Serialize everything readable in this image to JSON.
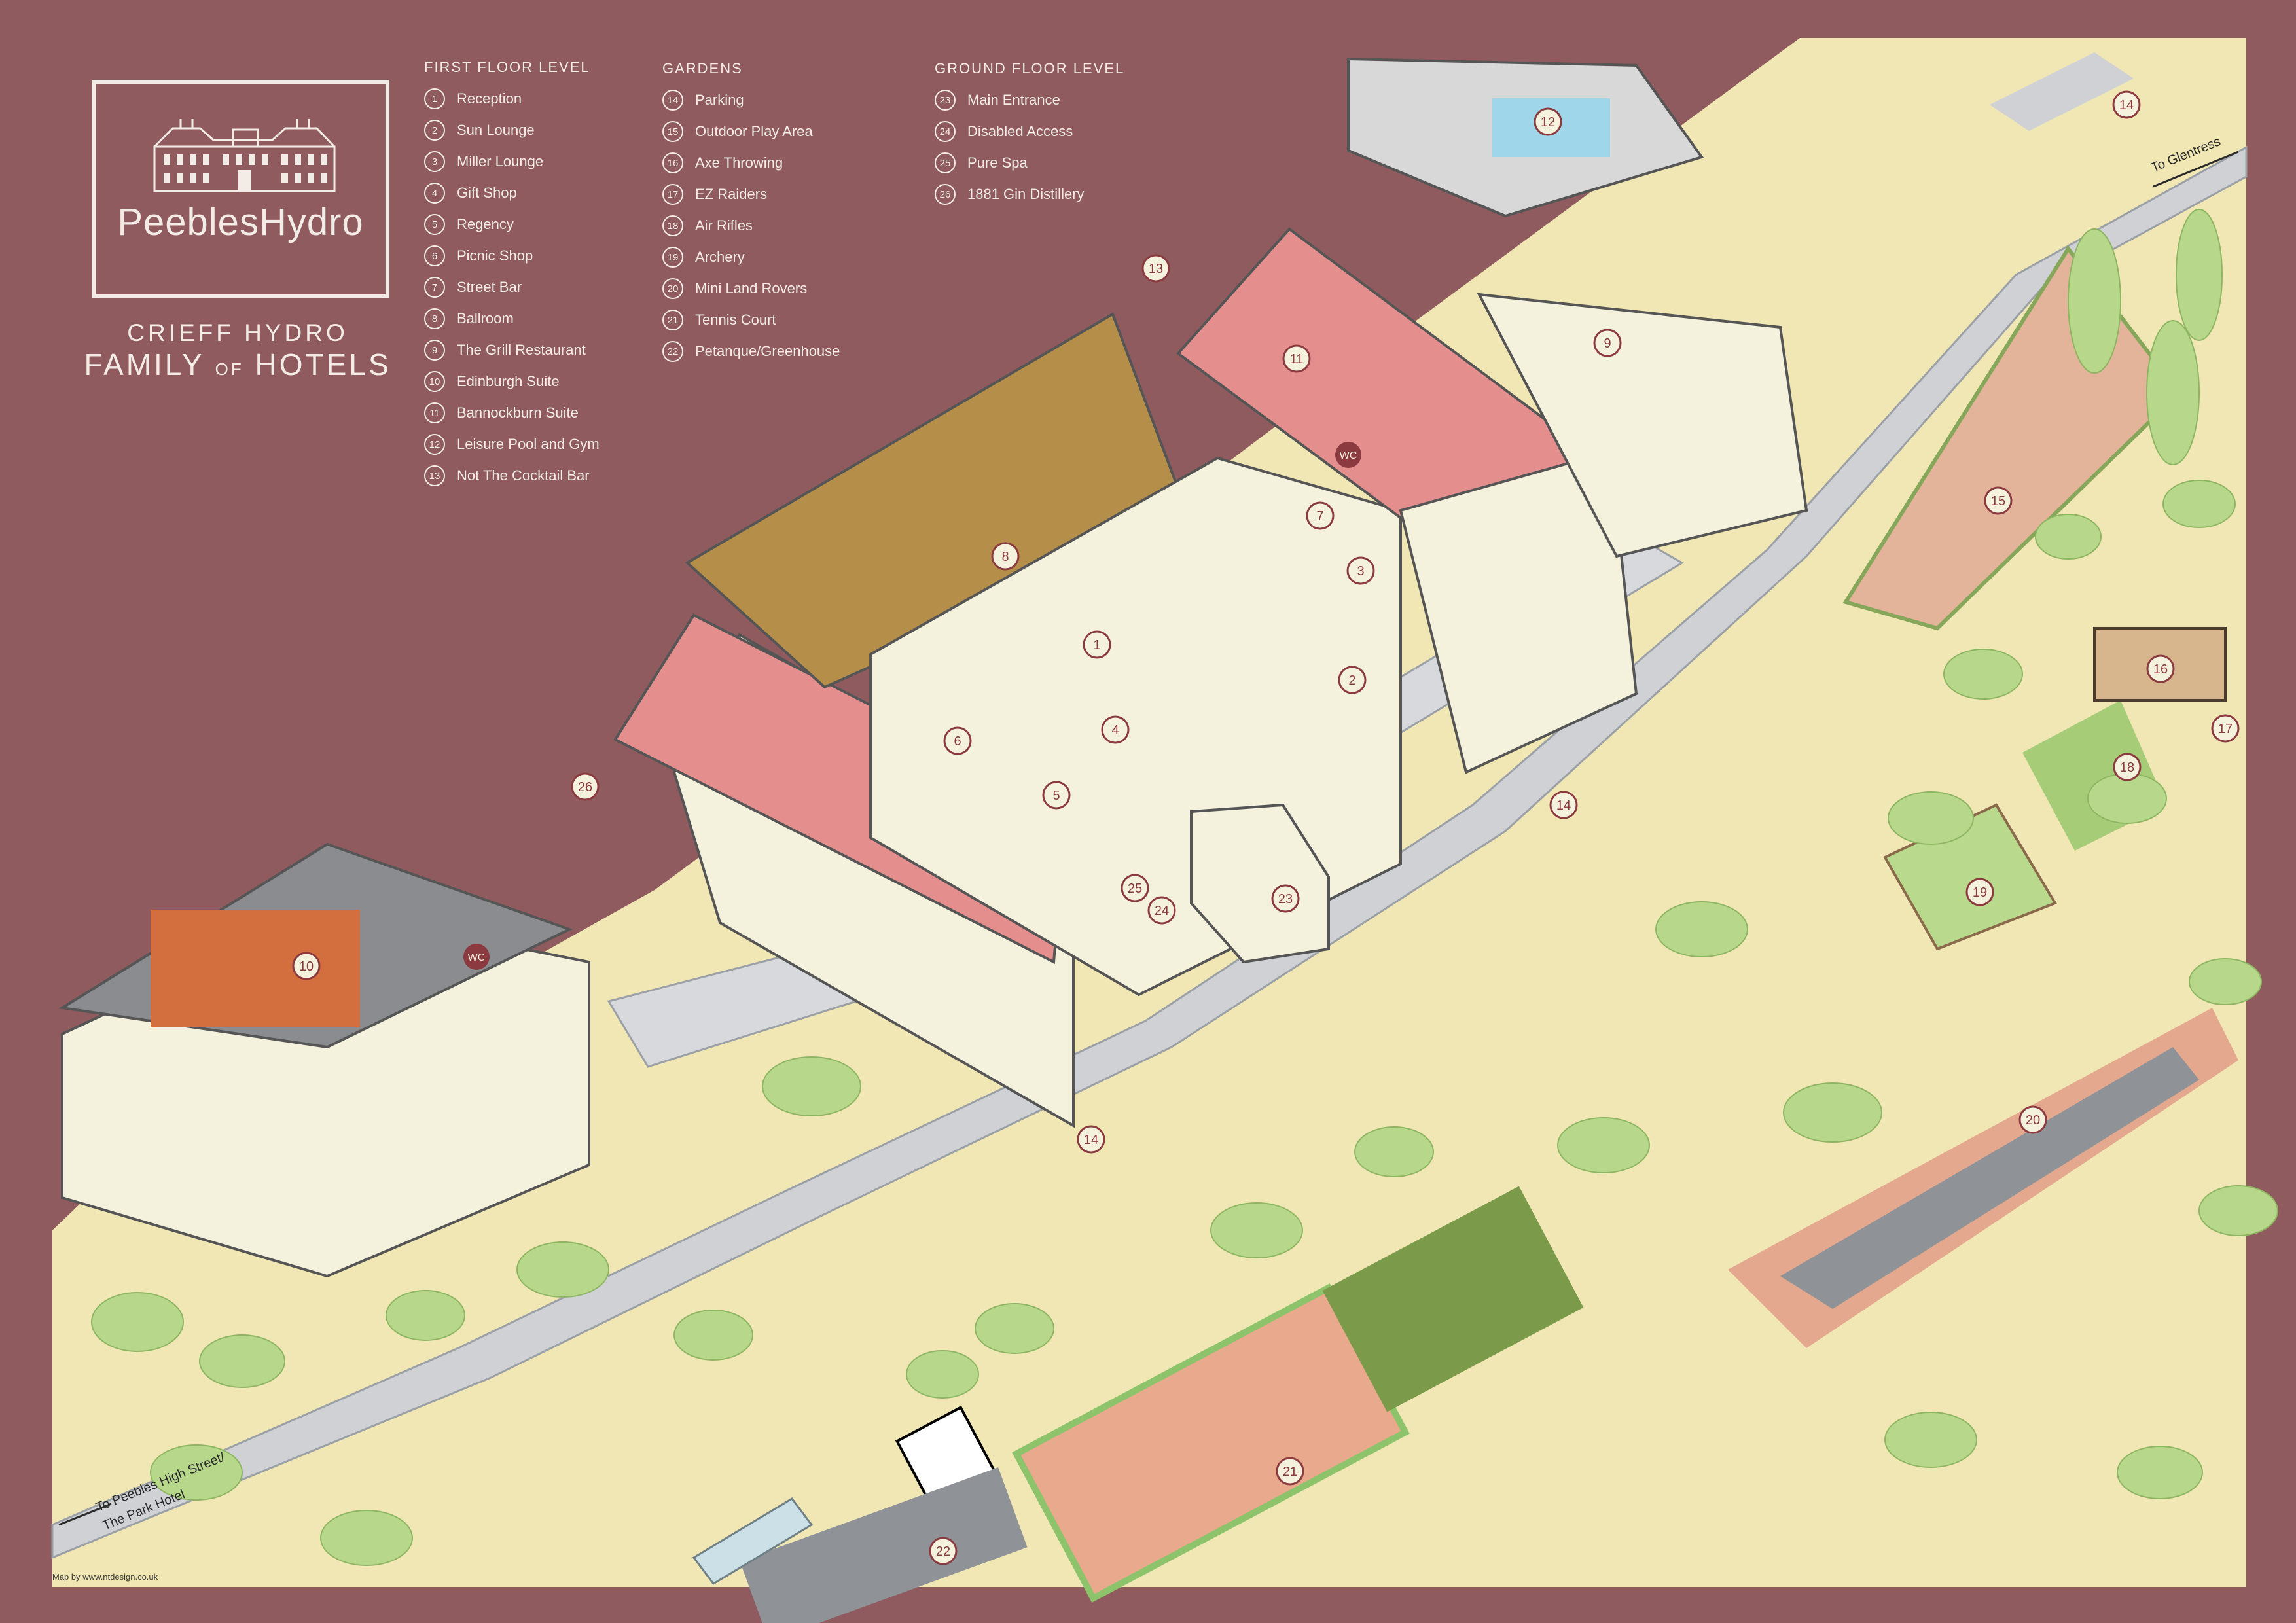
{
  "brand": {
    "name": "PeeblesHydro",
    "family_line_1": "CRIEFF HYDRO",
    "family_line_2_a": "FAMILY",
    "family_line_2_b": "OF",
    "family_line_2_c": "HOTELS"
  },
  "legend": {
    "first_floor": {
      "heading": "FIRST FLOOR LEVEL",
      "items": [
        {
          "num": "1",
          "label": "Reception"
        },
        {
          "num": "2",
          "label": "Sun Lounge"
        },
        {
          "num": "3",
          "label": "Miller Lounge"
        },
        {
          "num": "4",
          "label": "Gift Shop"
        },
        {
          "num": "5",
          "label": "Regency"
        },
        {
          "num": "6",
          "label": "Picnic Shop"
        },
        {
          "num": "7",
          "label": "Street Bar"
        },
        {
          "num": "8",
          "label": "Ballroom"
        },
        {
          "num": "9",
          "label": "The Grill Restaurant"
        },
        {
          "num": "10",
          "label": "Edinburgh Suite"
        },
        {
          "num": "11",
          "label": "Bannockburn Suite"
        },
        {
          "num": "12",
          "label": "Leisure Pool and Gym"
        },
        {
          "num": "13",
          "label": "Not The Cocktail Bar"
        }
      ]
    },
    "gardens": {
      "heading": "GARDENS",
      "items": [
        {
          "num": "14",
          "label": "Parking"
        },
        {
          "num": "15",
          "label": "Outdoor Play Area"
        },
        {
          "num": "16",
          "label": "Axe Throwing"
        },
        {
          "num": "17",
          "label": "EZ Raiders"
        },
        {
          "num": "18",
          "label": "Air Rifles"
        },
        {
          "num": "19",
          "label": "Archery"
        },
        {
          "num": "20",
          "label": "Mini Land Rovers"
        },
        {
          "num": "21",
          "label": "Tennis Court"
        },
        {
          "num": "22",
          "label": "Petanque/Greenhouse"
        }
      ]
    },
    "ground_floor": {
      "heading": "GROUND FLOOR LEVEL",
      "items": [
        {
          "num": "23",
          "label": "Main Entrance"
        },
        {
          "num": "24",
          "label": "Disabled Access"
        },
        {
          "num": "25",
          "label": "Pure Spa"
        },
        {
          "num": "26",
          "label": "1881 Gin Distillery"
        }
      ]
    }
  },
  "map": {
    "wc_label": "WC",
    "direction_glentress": "To Glentress",
    "direction_high_street_1": "To Peebles High Street/",
    "direction_high_street_2": "The Park Hotel",
    "credit": "Map by www.ntdesign.co.uk",
    "colors": {
      "background": "#8f5b5e",
      "grass": "#f0e7b4",
      "road": "#cfd1d4",
      "roof": "#e48f8e",
      "facade": "#f4f1dd",
      "tree": "#b7d88b",
      "marker": "#8b3a3f"
    }
  }
}
